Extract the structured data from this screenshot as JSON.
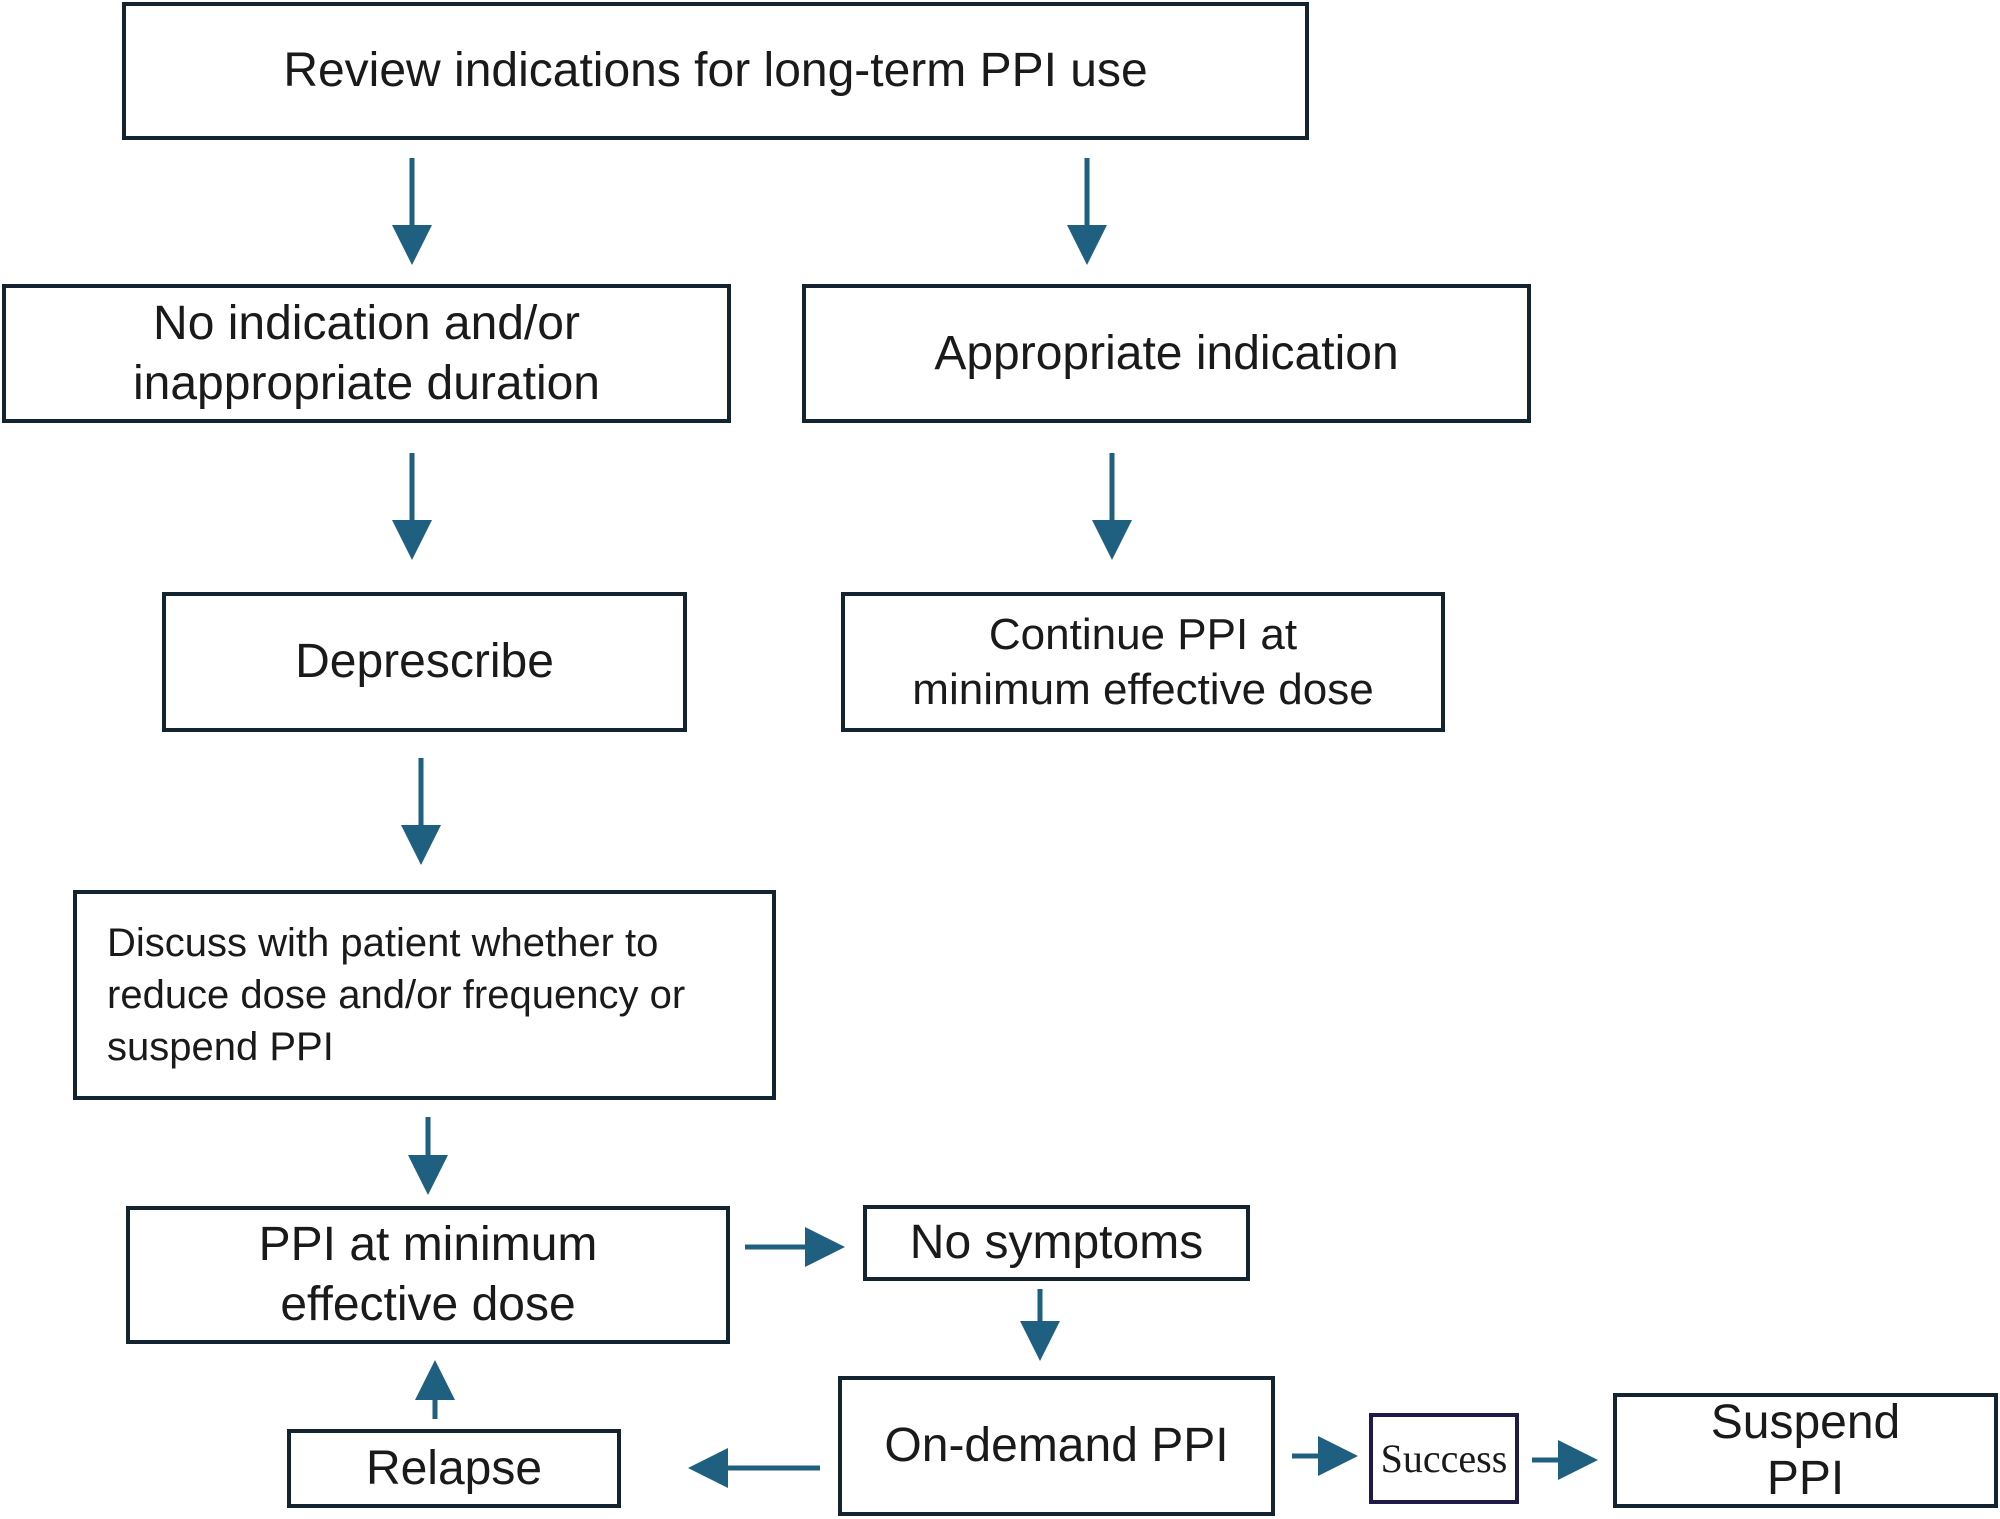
{
  "colors": {
    "box_border": "#13232f",
    "arrow": "#1f5f7f",
    "success_border": "#1f1a4a"
  },
  "nodes": {
    "review": "Review indications for long-term PPI use",
    "no_indication_line1": "No indication and/or",
    "no_indication_line2": "inappropriate duration",
    "appropriate": "Appropriate indication",
    "deprescribe": "Deprescribe",
    "continue_line1": "Continue PPI at",
    "continue_line2": "minimum effective dose",
    "discuss_line1": "Discuss with patient whether to",
    "discuss_line2": "reduce dose and/or frequency or",
    "discuss_line3": "suspend PPI",
    "ppi_min_line1": "PPI at minimum",
    "ppi_min_line2": "effective dose",
    "no_symptoms": "No symptoms",
    "on_demand": "On-demand PPI",
    "success": "Success",
    "suspend_line1": "Suspend",
    "suspend_line2": "PPI",
    "relapse": "Relapse"
  }
}
